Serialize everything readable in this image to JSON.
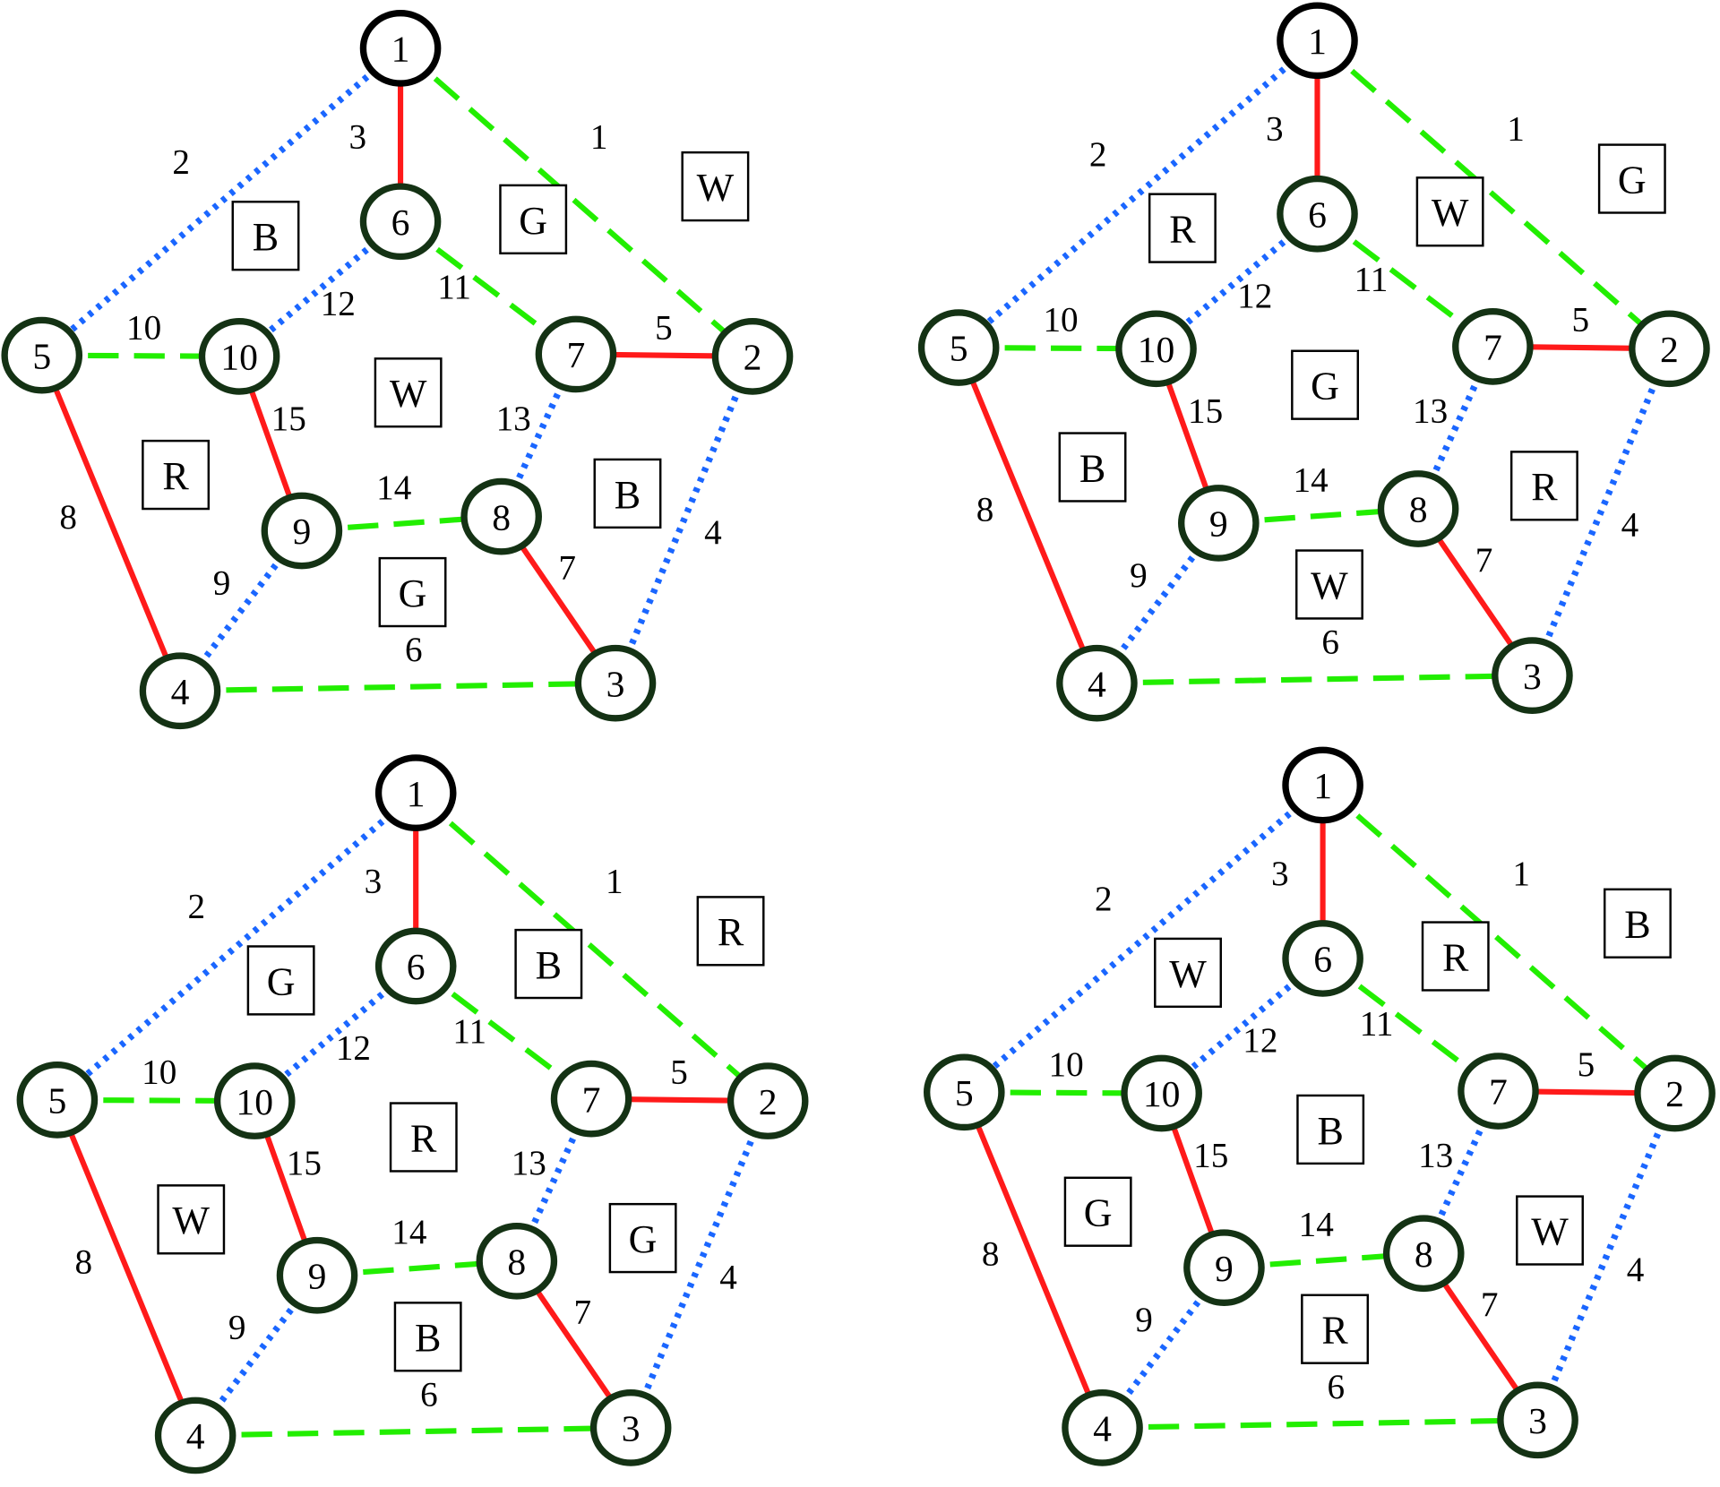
{
  "colors": {
    "red": "#ff1a1a",
    "green": "#22ee00",
    "blue": "#1a66ff",
    "node_root": "#000000",
    "node": "#143214"
  },
  "nodes": [
    "1",
    "2",
    "3",
    "4",
    "5",
    "6",
    "7",
    "8",
    "9",
    "10"
  ],
  "edges": [
    {
      "label": "1",
      "from": "1",
      "to": "2",
      "color": "green",
      "style": "dashed"
    },
    {
      "label": "2",
      "from": "1",
      "to": "5",
      "color": "blue",
      "style": "dotted"
    },
    {
      "label": "3",
      "from": "1",
      "to": "6",
      "color": "red",
      "style": "solid"
    },
    {
      "label": "4",
      "from": "2",
      "to": "3",
      "color": "blue",
      "style": "dotted"
    },
    {
      "label": "5",
      "from": "7",
      "to": "2",
      "color": "red",
      "style": "solid"
    },
    {
      "label": "6",
      "from": "4",
      "to": "3",
      "color": "green",
      "style": "dashed"
    },
    {
      "label": "7",
      "from": "8",
      "to": "3",
      "color": "red",
      "style": "solid"
    },
    {
      "label": "8",
      "from": "5",
      "to": "4",
      "color": "red",
      "style": "solid"
    },
    {
      "label": "9",
      "from": "4",
      "to": "9",
      "color": "blue",
      "style": "dotted"
    },
    {
      "label": "10",
      "from": "5",
      "to": "10",
      "color": "green",
      "style": "dashed"
    },
    {
      "label": "11",
      "from": "6",
      "to": "7",
      "color": "green",
      "style": "dashed"
    },
    {
      "label": "12",
      "from": "6",
      "to": "10",
      "color": "blue",
      "style": "dotted"
    },
    {
      "label": "13",
      "from": "7",
      "to": "8",
      "color": "blue",
      "style": "dotted"
    },
    {
      "label": "14",
      "from": "9",
      "to": "8",
      "color": "green",
      "style": "dashed"
    },
    {
      "label": "15",
      "from": "10",
      "to": "9",
      "color": "red",
      "style": "solid"
    }
  ],
  "face_order": [
    "outer",
    "top-right",
    "top-left",
    "center",
    "left",
    "right",
    "bottom"
  ],
  "panels": [
    {
      "faces": [
        "W",
        "G",
        "B",
        "W",
        "R",
        "B",
        "G"
      ]
    },
    {
      "faces": [
        "G",
        "W",
        "R",
        "G",
        "B",
        "R",
        "W"
      ]
    },
    {
      "faces": [
        "R",
        "B",
        "G",
        "R",
        "W",
        "G",
        "B"
      ]
    },
    {
      "faces": [
        "B",
        "R",
        "W",
        "B",
        "G",
        "W",
        "R"
      ]
    }
  ]
}
